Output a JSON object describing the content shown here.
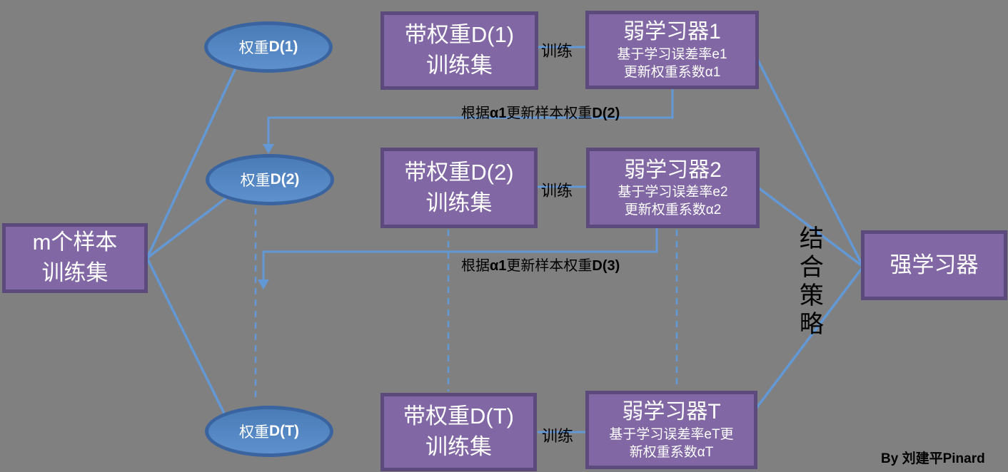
{
  "canvas": {
    "background": "#808080"
  },
  "colors": {
    "box_fill": "#8267a5",
    "box_border": "#5c4a7c",
    "ellipse_fill": "#4f81bd",
    "ellipse_border": "#3a64a0",
    "wire_blue": "#6398d6",
    "text_light": "#ffffff",
    "text_dark": "#000000"
  },
  "source_box": {
    "line1": "m个样本",
    "line2": "训练集"
  },
  "strong_box": {
    "label": "强学习器"
  },
  "combine_label": "结合策略",
  "credit": "By 刘建平Pinard",
  "ellipses": [
    {
      "pre": "权重",
      "id": "D(1)"
    },
    {
      "pre": "权重",
      "id": "D(2)"
    },
    {
      "pre": "权重",
      "id": "D(T)"
    }
  ],
  "rows": [
    {
      "train_line1": "带权重D(1)",
      "train_line2": "训练集",
      "arrow_label": "训练",
      "weak_title": "弱学习器1",
      "weak_sub1": "基于学习误差率e1",
      "weak_sub2": "更新权重系数α1"
    },
    {
      "train_line1": "带权重D(2)",
      "train_line2": "训练集",
      "arrow_label": "训练",
      "weak_title": "弱学习器2",
      "weak_sub1": "基于学习误差率e2",
      "weak_sub2": "更新权重系数α2"
    },
    {
      "train_line1": "带权重D(T)",
      "train_line2": "训练集",
      "arrow_label": "训练",
      "weak_title": "弱学习器T",
      "weak_sub1": "基于学习误差率eT更",
      "weak_sub2": "新权重系数αT"
    }
  ],
  "update_labels": [
    {
      "pre": "根据",
      "alpha": "α1",
      "mid": "更新样本权重",
      "target": "D(2)"
    },
    {
      "pre": "根据",
      "alpha": "α1",
      "mid": "更新样本权重",
      "target": "D(3)"
    }
  ]
}
